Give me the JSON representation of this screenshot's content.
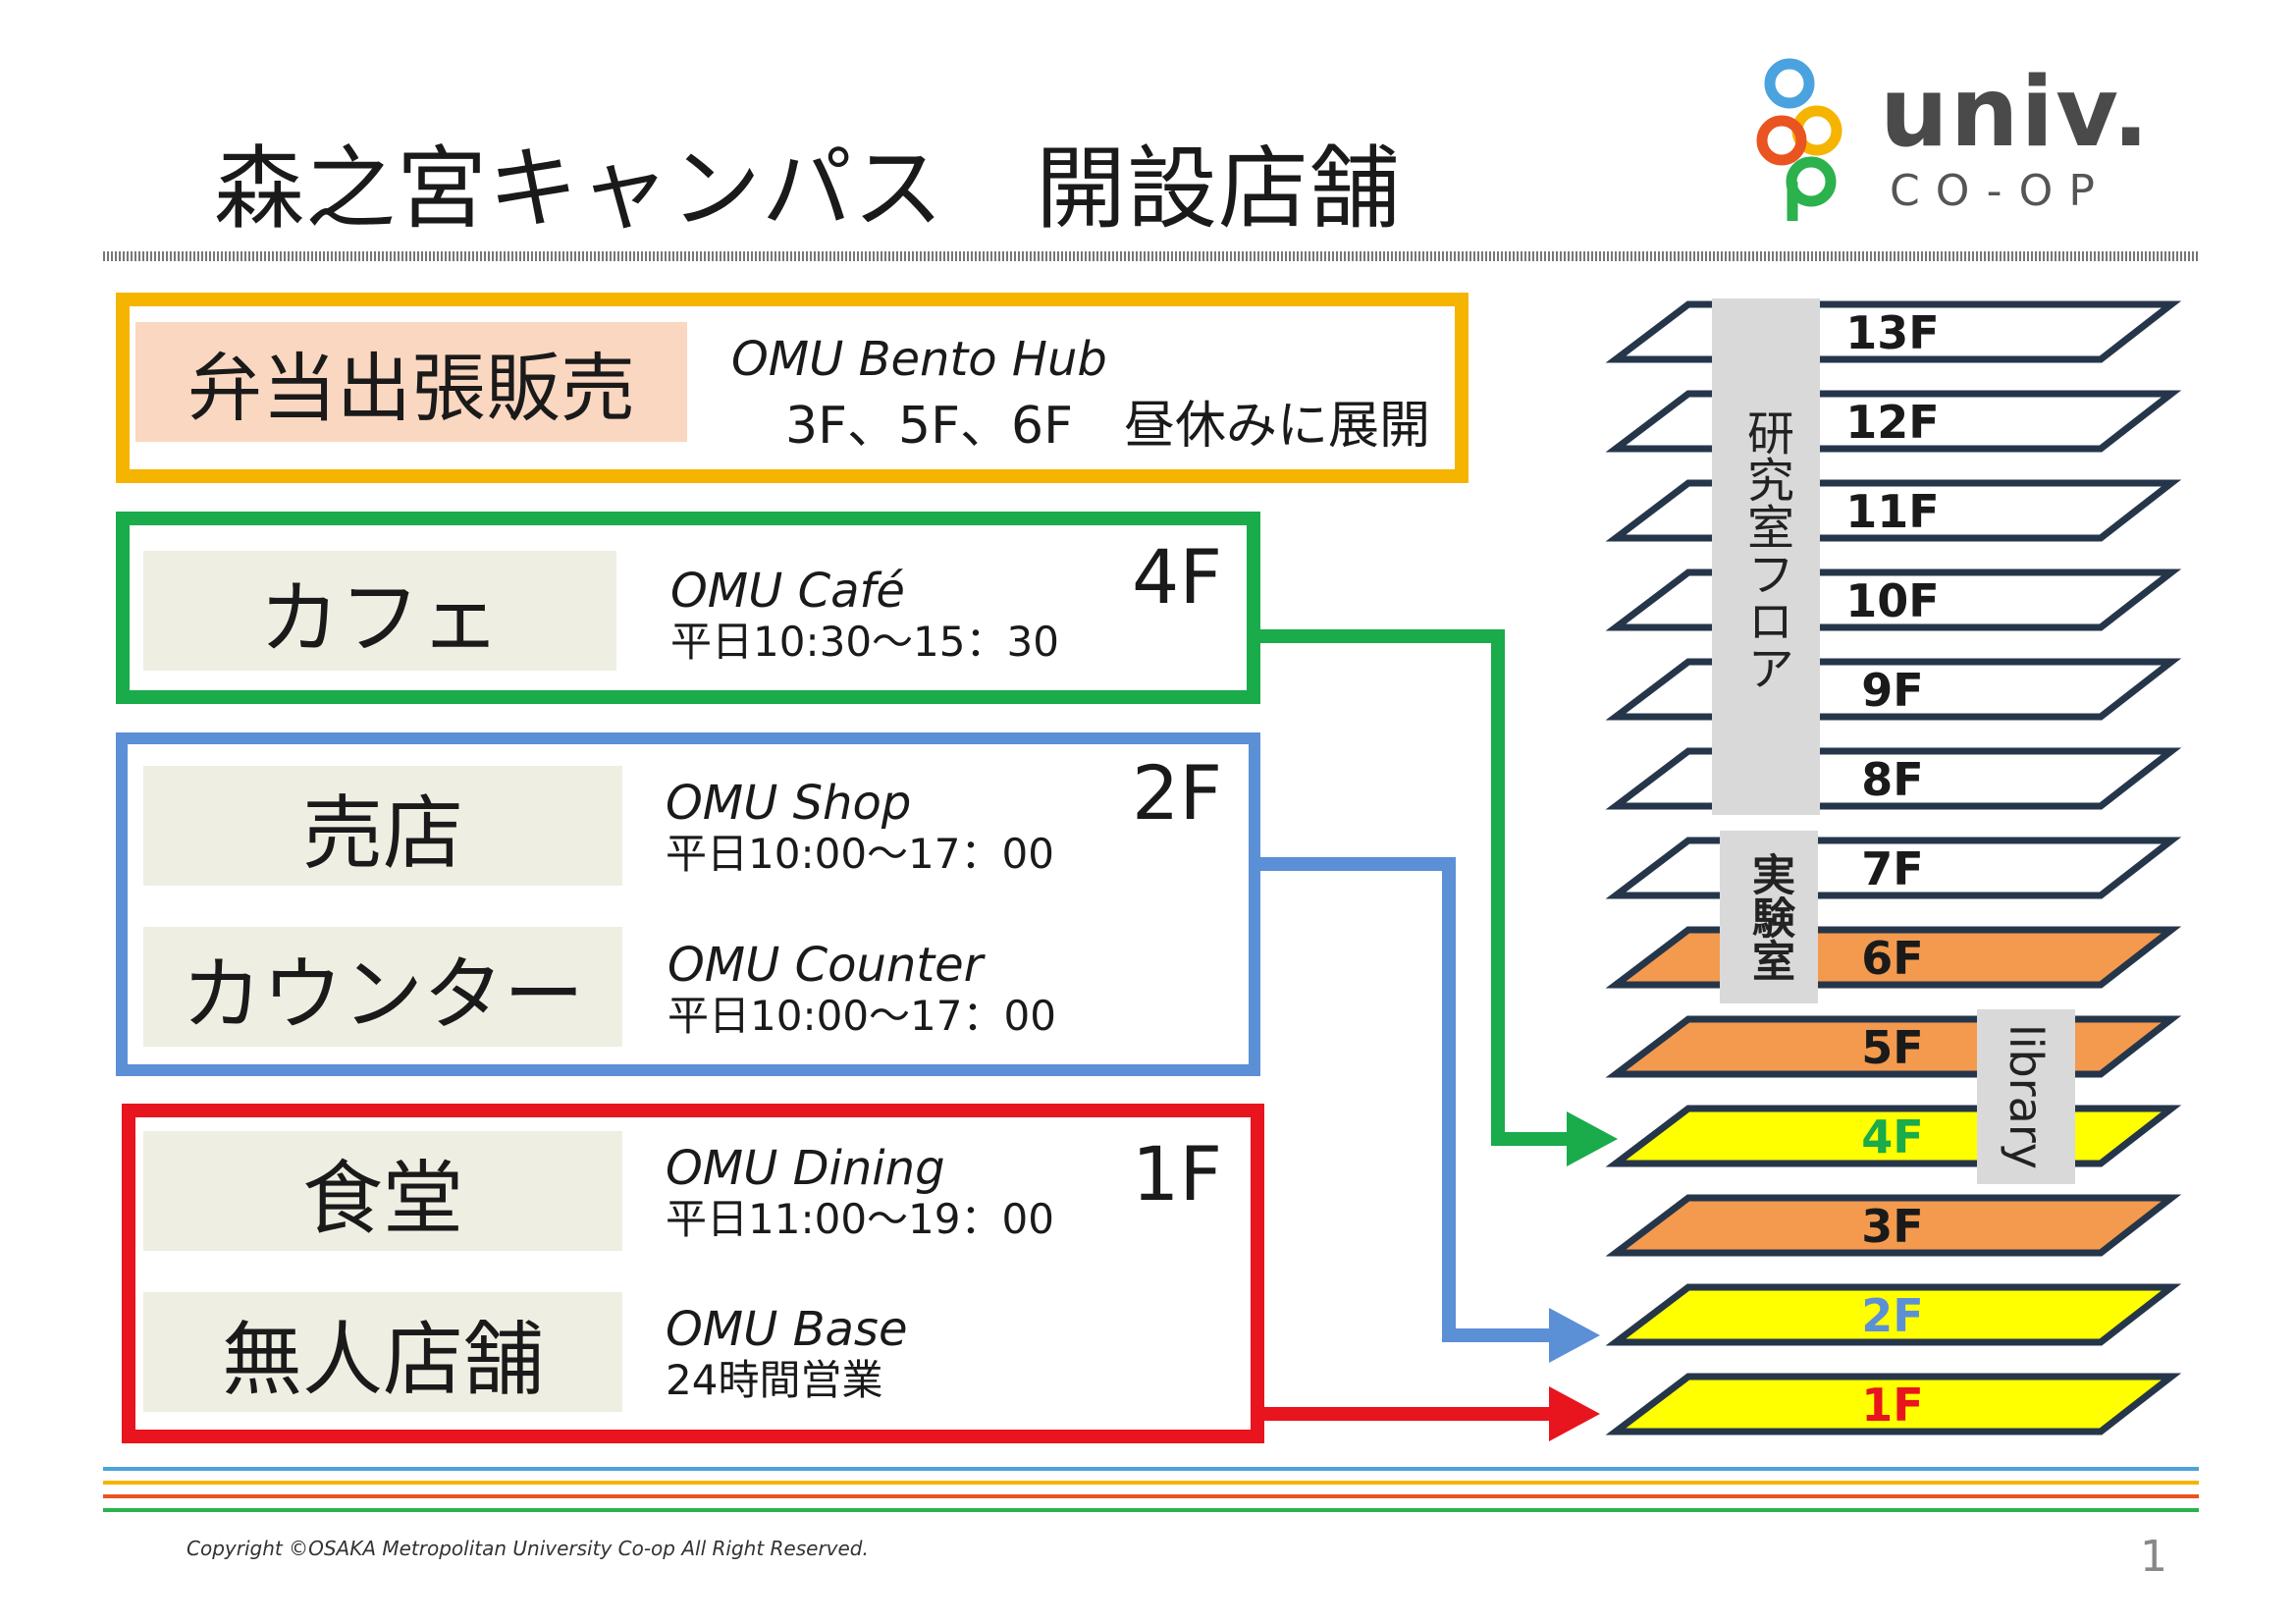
{
  "page": {
    "title": "森之宮キャンパス　開設店舗"
  },
  "logo": {
    "word_top": "UNIV.",
    "word_bottom": "CO-OP",
    "colors": [
      "#4aa3df",
      "#f5b400",
      "#e95420",
      "#2bb24c",
      "#8dc63f"
    ]
  },
  "bento": {
    "label": "弁当出張販売",
    "name": "OMU Bento Hub",
    "info": "3F、5F、6F　昼休みに展開",
    "color": "#f5b400"
  },
  "cafe": {
    "label": "カフェ",
    "name": "OMU Café",
    "hours": "平日10:30～15：30",
    "floor": "4F",
    "color": "#1aab4b"
  },
  "shop": {
    "label": "売店",
    "name": "OMU Shop",
    "hours": "平日10:00～17：00",
    "floor": "2F",
    "color": "#5b8fd6"
  },
  "counter": {
    "label": "カウンター",
    "name": "OMU Counter",
    "hours": "平日10:00～17：00"
  },
  "dining": {
    "label": "食堂",
    "name": "OMU Dining",
    "hours": "平日11:00～19：00",
    "floor": "1F",
    "color": "#e8141e"
  },
  "base": {
    "label": "無人店舗",
    "name": "OMU Base",
    "hours": "24時間営業"
  },
  "building": {
    "floors": [
      {
        "label": "13F",
        "fill": "#ffffff",
        "text": "#1a1a1a"
      },
      {
        "label": "12F",
        "fill": "#ffffff",
        "text": "#1a1a1a"
      },
      {
        "label": "11F",
        "fill": "#ffffff",
        "text": "#1a1a1a"
      },
      {
        "label": "10F",
        "fill": "#ffffff",
        "text": "#1a1a1a"
      },
      {
        "label": "9F",
        "fill": "#ffffff",
        "text": "#1a1a1a"
      },
      {
        "label": "8F",
        "fill": "#ffffff",
        "text": "#1a1a1a"
      },
      {
        "label": "7F",
        "fill": "#ffffff",
        "text": "#1a1a1a"
      },
      {
        "label": "6F",
        "fill": "#f39a4e",
        "text": "#1a1a1a"
      },
      {
        "label": "5F",
        "fill": "#f39a4e",
        "text": "#1a1a1a"
      },
      {
        "label": "4F",
        "fill": "#ffff00",
        "text": "#1aab4b"
      },
      {
        "label": "3F",
        "fill": "#f39a4e",
        "text": "#1a1a1a"
      },
      {
        "label": "2F",
        "fill": "#ffff00",
        "text": "#5b8fd6"
      },
      {
        "label": "1F",
        "fill": "#ffff00",
        "text": "#e8141e"
      }
    ],
    "research_label": "研究室フロア",
    "lab_label": "実験室",
    "library_label": "library"
  },
  "footer": {
    "copyright": "Copyright ©OSAKA Metropolitan University Co-op All Right Reserved.",
    "page_number": "1"
  }
}
